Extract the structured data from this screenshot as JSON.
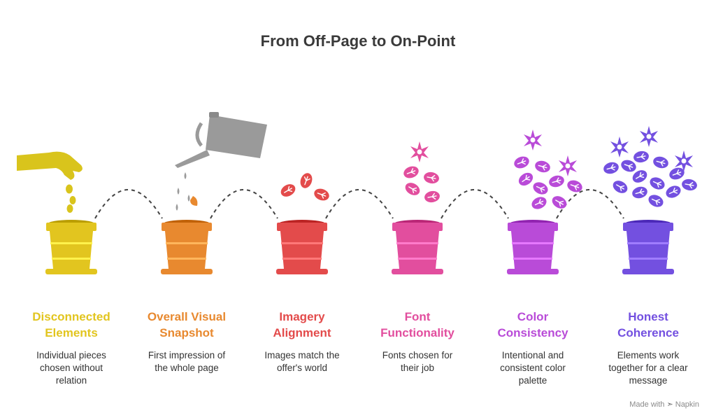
{
  "title": "From Off-Page to On-Point",
  "footer": {
    "made_with": "Made with",
    "brand": "Napkin",
    "icon": "napkin-logo-icon"
  },
  "colors": {
    "title": "#3a3a3a",
    "connector": "#444444",
    "hand": "#d9c41c",
    "watering_can": "#9a9a9a"
  },
  "stages": [
    {
      "heading_line1": "Disconnected",
      "heading_line2": "Elements",
      "desc_line1": "Individual pieces",
      "desc_line2": "chosen without",
      "desc_line3": "relation",
      "color": "#e2c51f",
      "icon": "hand-dropping-seeds-icon"
    },
    {
      "heading_line1": "Overall Visual",
      "heading_line2": "Snapshot",
      "desc_line1": "First impression of",
      "desc_line2": "the whole page",
      "desc_line3": "",
      "color": "#e8892f",
      "icon": "watering-can-icon"
    },
    {
      "heading_line1": "Imagery",
      "heading_line2": "Alignment",
      "desc_line1": "Images match the",
      "desc_line2": "offer's world",
      "desc_line3": "",
      "color": "#e34b4b",
      "icon": "sprout-leaves-icon"
    },
    {
      "heading_line1": "Font",
      "heading_line2": "Functionality",
      "desc_line1": "Fonts chosen for",
      "desc_line2": "their job",
      "desc_line3": "",
      "color": "#e24e9e",
      "icon": "flower-leaves-icon"
    },
    {
      "heading_line1": "Color",
      "heading_line2": "Consistency",
      "desc_line1": "Intentional and",
      "desc_line2": "consistent color",
      "desc_line3": "palette",
      "color": "#b94bd8",
      "icon": "flowering-plant-icon"
    },
    {
      "heading_line1": "Honest",
      "heading_line2": "Coherence",
      "desc_line1": "Elements work",
      "desc_line2": "together for a clear",
      "desc_line3": "message",
      "color": "#7350e0",
      "icon": "full-bloom-plant-icon"
    }
  ]
}
